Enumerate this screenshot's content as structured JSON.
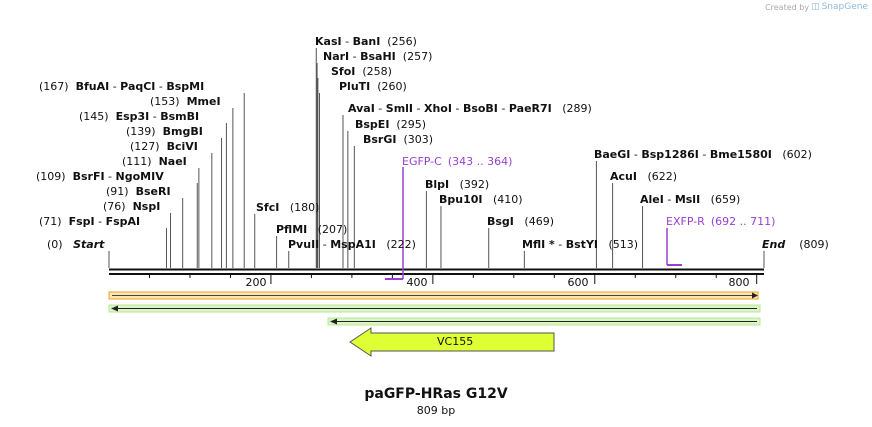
{
  "watermark": {
    "created_by": "Created by",
    "brand": "SnapGene"
  },
  "map": {
    "title": "paGFP-HRas G12V",
    "length_label": "809 bp",
    "total_bp": 809,
    "ticks": [
      200,
      400,
      600,
      800
    ]
  },
  "sites": [
    {
      "pos": "(256)",
      "enzymes": [
        "KasI",
        "BanI"
      ],
      "bp": 256
    },
    {
      "pos": "(257)",
      "enzymes": [
        "NarI",
        "BsaHI"
      ],
      "bp": 257
    },
    {
      "pos": "(258)",
      "enzymes": [
        "SfoI"
      ],
      "bp": 258
    },
    {
      "pos": "(260)",
      "enzymes": [
        "PluTI"
      ],
      "bp": 260
    },
    {
      "pos": "(289)",
      "enzymes": [
        "AvaI",
        "SmlI",
        "XhoI",
        "BsoBI",
        "PaeR7I"
      ],
      "bp": 289
    },
    {
      "pos": "(295)",
      "enzymes": [
        "BspEI"
      ],
      "bp": 295
    },
    {
      "pos": "(303)",
      "enzymes": [
        "BsrGI"
      ],
      "bp": 303
    },
    {
      "pos": "(167)",
      "enzymes": [
        "BfuAI",
        "PaqCI",
        "BspMI"
      ],
      "bp": 167
    },
    {
      "pos": "(153)",
      "enzymes": [
        "MmeI"
      ],
      "bp": 153
    },
    {
      "pos": "(145)",
      "enzymes": [
        "Esp3I",
        "BsmBI"
      ],
      "bp": 145
    },
    {
      "pos": "(139)",
      "enzymes": [
        "BmgBI"
      ],
      "bp": 139
    },
    {
      "pos": "(127)",
      "enzymes": [
        "BciVI"
      ],
      "bp": 127
    },
    {
      "pos": "(111)",
      "enzymes": [
        "NaeI"
      ],
      "bp": 111
    },
    {
      "pos": "(109)",
      "enzymes": [
        "BsrFI",
        "NgoMIV"
      ],
      "bp": 109
    },
    {
      "pos": "(91)",
      "enzymes": [
        "BseRI"
      ],
      "bp": 91
    },
    {
      "pos": "(76)",
      "enzymes": [
        "NspI"
      ],
      "bp": 76
    },
    {
      "pos": "(71)",
      "enzymes": [
        "FspI",
        "FspAI"
      ],
      "bp": 71
    },
    {
      "pos": "(0)",
      "enzymes": [
        "Start"
      ],
      "bp": 0
    },
    {
      "pos": "(180)",
      "enzymes": [
        "SfcI"
      ],
      "bp": 180
    },
    {
      "pos": "(207)",
      "enzymes": [
        "PflMI"
      ],
      "bp": 207
    },
    {
      "pos": "(222)",
      "enzymes": [
        "PvuII",
        "MspA1I"
      ],
      "bp": 222
    },
    {
      "pos": "(392)",
      "enzymes": [
        "BlpI"
      ],
      "bp": 392
    },
    {
      "pos": "(410)",
      "enzymes": [
        "Bpu10I"
      ],
      "bp": 410
    },
    {
      "pos": "(469)",
      "enzymes": [
        "BsgI"
      ],
      "bp": 469
    },
    {
      "pos": "(513)",
      "enzymes": [
        "MflI *",
        "BstYI"
      ],
      "bp": 513
    },
    {
      "pos": "(602)",
      "enzymes": [
        "BaeGI",
        "Bsp1286I",
        "Bme1580I"
      ],
      "bp": 602
    },
    {
      "pos": "(622)",
      "enzymes": [
        "AcuI"
      ],
      "bp": 622
    },
    {
      "pos": "(659)",
      "enzymes": [
        "AleI",
        "MslI"
      ],
      "bp": 659
    },
    {
      "pos": "(809)",
      "enzymes": [
        "End"
      ],
      "bp": 809
    }
  ],
  "primers": [
    {
      "name": "EGFP-C",
      "range": "(343 .. 364)",
      "color": "#9a3fd1"
    },
    {
      "name": "EXFP-R",
      "range": "(692 .. 711)",
      "color": "#9a3fd1"
    }
  ],
  "features": [
    {
      "name": "VC155",
      "color": "#ddff33"
    }
  ],
  "colors": {
    "orange_track": "#f0a020",
    "green_track": "#b8e890",
    "primer": "#9a3fd1",
    "feature": "#ddff33"
  }
}
